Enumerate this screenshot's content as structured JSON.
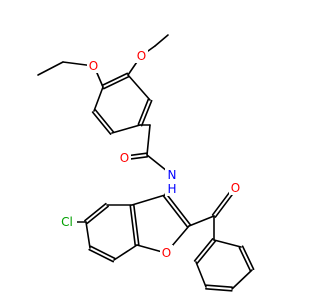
{
  "atoms": [
    {
      "id": "O_eth1",
      "text": "O",
      "color": "#ff0000"
    },
    {
      "id": "O_eth2",
      "text": "O",
      "color": "#ff0000"
    },
    {
      "id": "O_amide",
      "text": "O",
      "color": "#ff0000"
    },
    {
      "id": "N_amide",
      "text": "N",
      "color": "#0000ff"
    },
    {
      "id": "H_amide",
      "text": "H",
      "color": "#0000ff"
    },
    {
      "id": "Cl",
      "text": "Cl",
      "color": "#00a000"
    },
    {
      "id": "O_ketone",
      "text": "O",
      "color": "#ff0000"
    },
    {
      "id": "O_furan",
      "text": "O",
      "color": "#ff0000"
    }
  ]
}
